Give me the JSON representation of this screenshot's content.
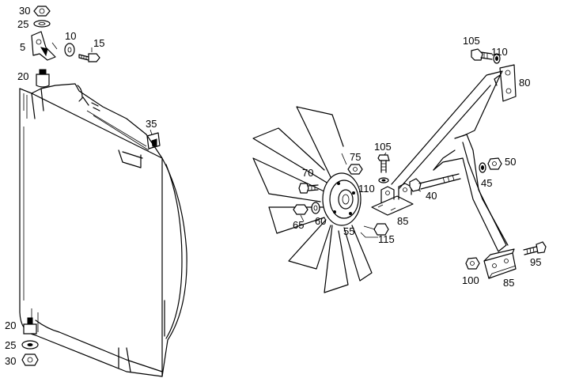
{
  "callouts": {
    "c30_top": "30",
    "c25_top": "25",
    "c5": "5",
    "c10": "10",
    "c15": "15",
    "c20_top": "20",
    "c35": "35",
    "c20_bot": "20",
    "c25_bot": "25",
    "c30_bot": "30",
    "c70": "70",
    "c75": "75",
    "c105_mid": "105",
    "c110_mid": "110",
    "c40": "40",
    "c65": "65",
    "c60": "60",
    "c55": "55",
    "c115": "115",
    "c85_mid": "85",
    "c105_top": "105",
    "c110_top": "110",
    "c80": "80",
    "c50": "50",
    "c45": "45",
    "c95": "95",
    "c100": "100",
    "c85_bot": "85"
  }
}
